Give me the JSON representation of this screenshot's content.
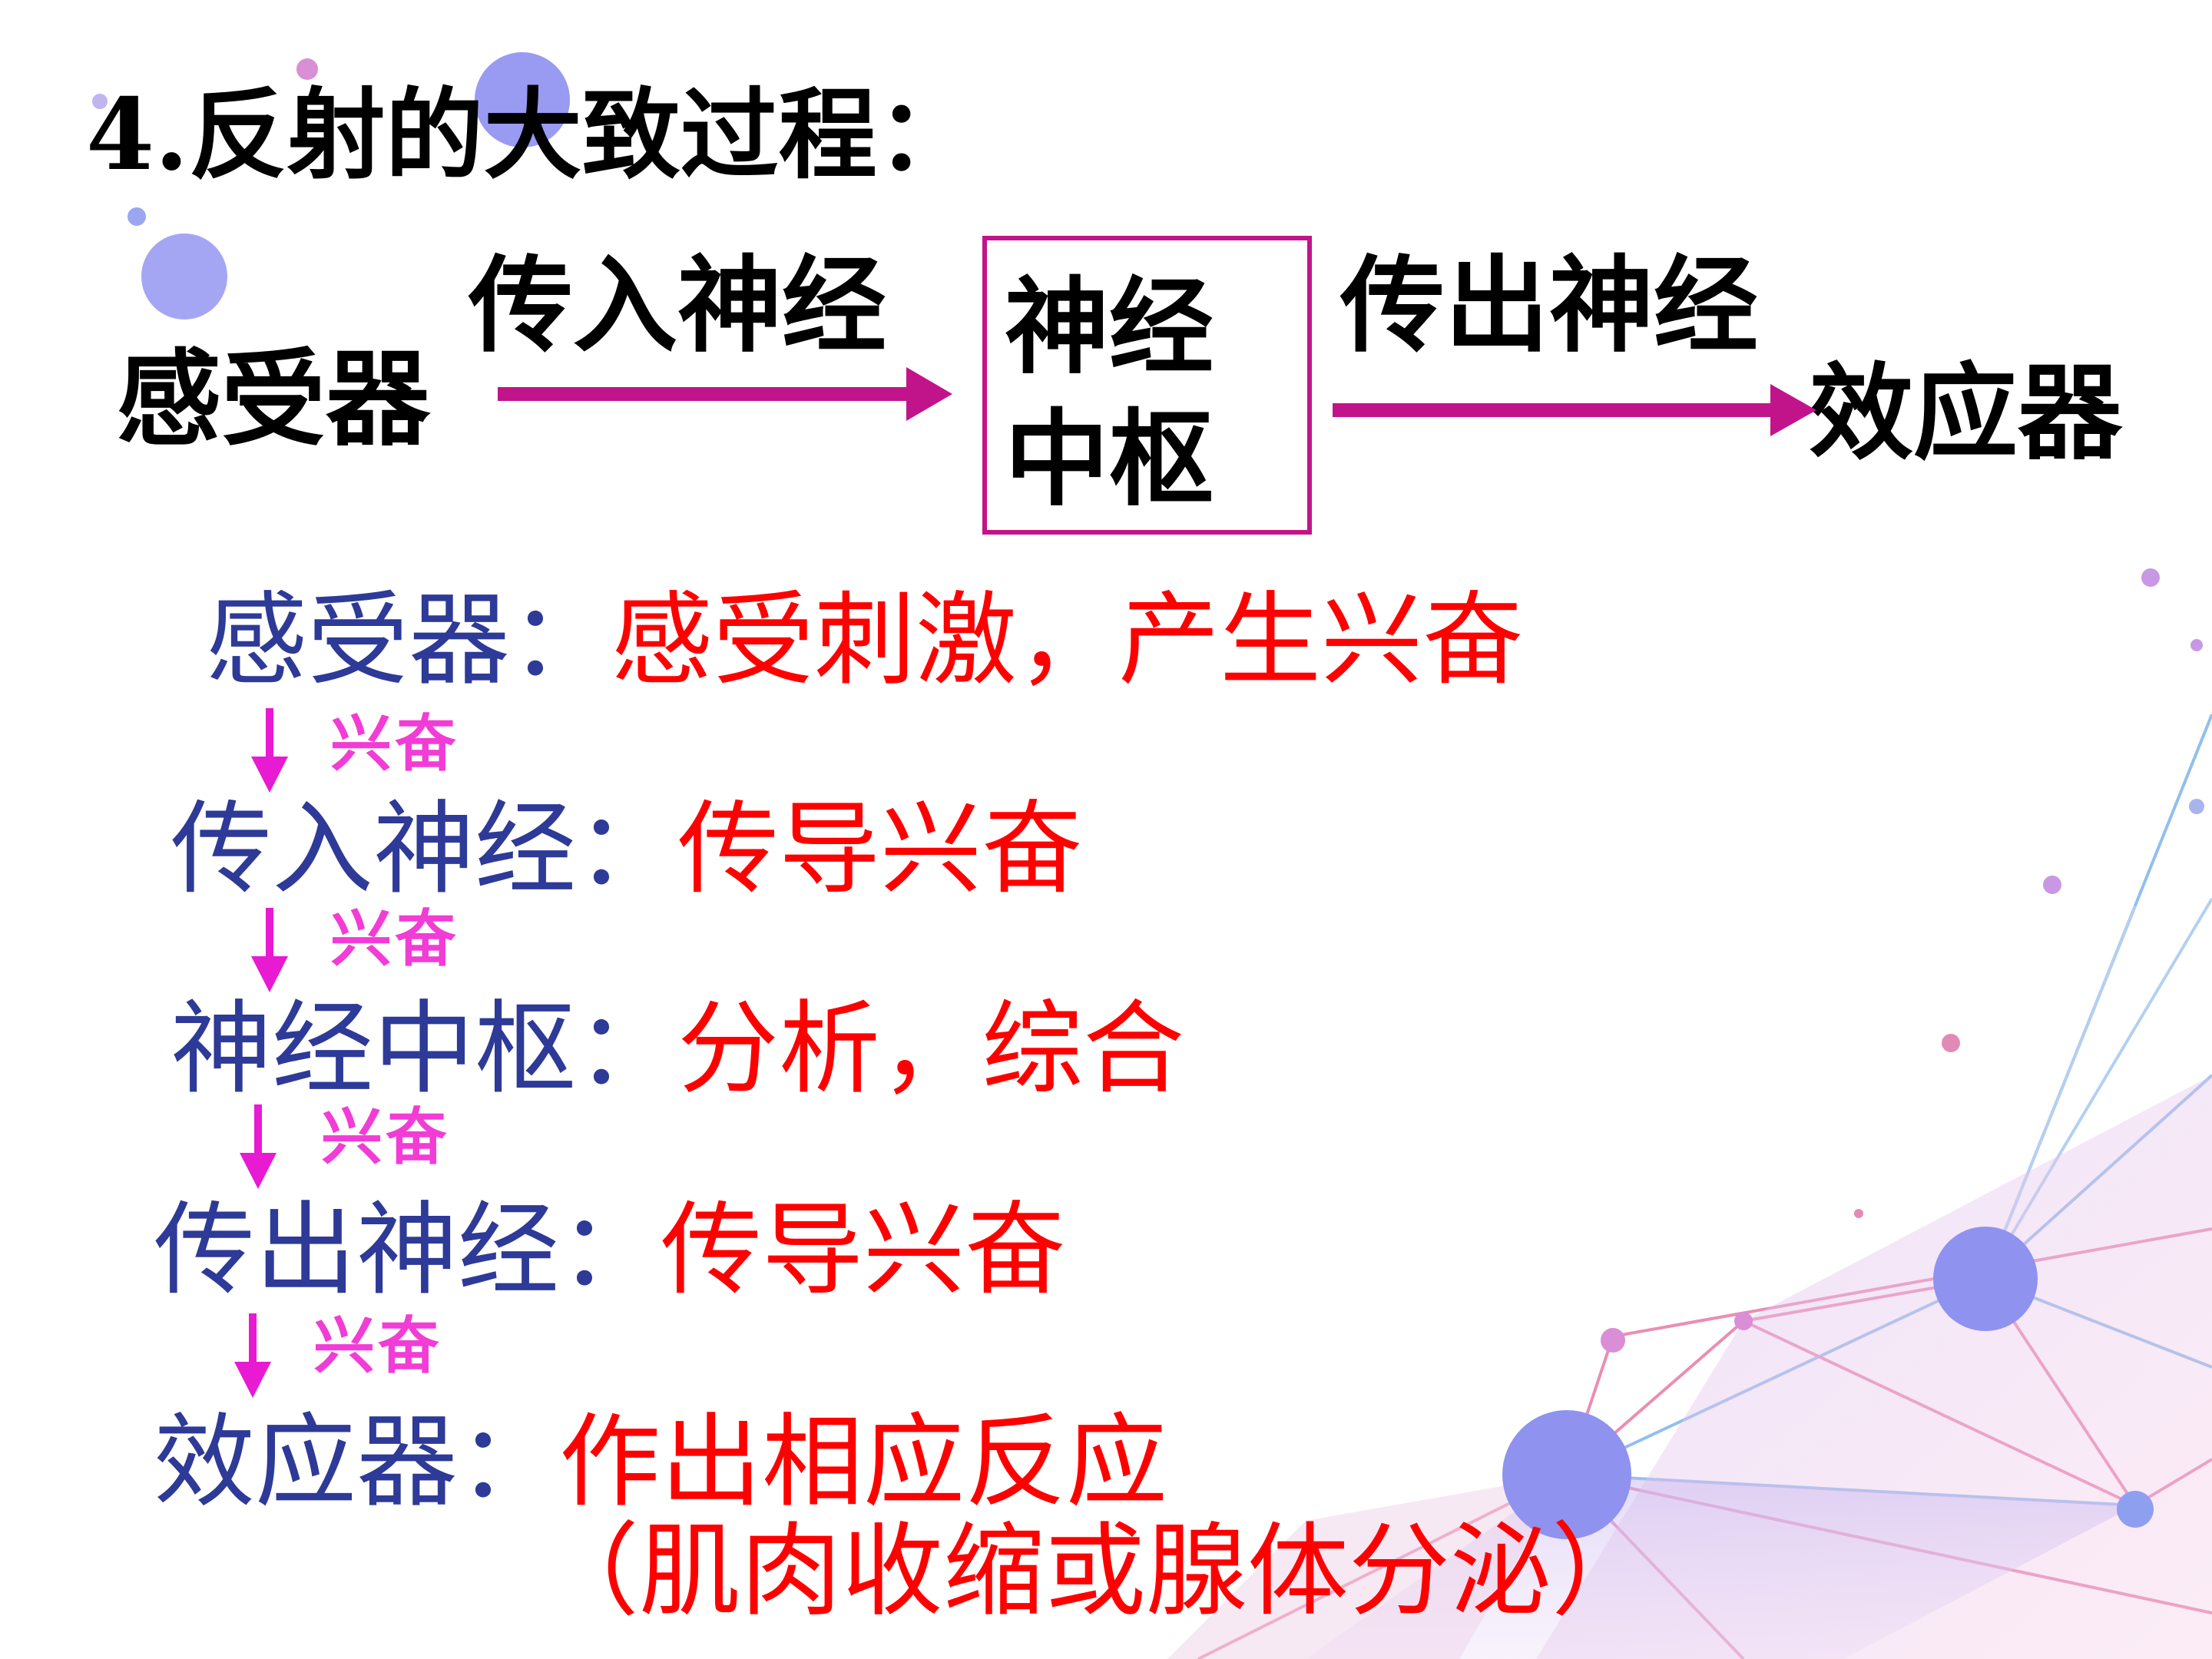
{
  "title": "4.反射的大致过程：",
  "top_diagram": {
    "receptor": "感受器",
    "afferent": "传入神经",
    "center_line1": "神经",
    "center_line2": "中枢",
    "efferent": "传出神经",
    "effector": "效应器",
    "arrow_color": "#c2148a"
  },
  "steps": [
    {
      "term": "感受器",
      "colon": "：",
      "desc": "感受刺激，产生兴奋"
    },
    {
      "term": "传入神经",
      "colon": "：",
      "desc": "传导兴奋"
    },
    {
      "term": "神经中枢",
      "colon": "：",
      "desc": "分析，综合"
    },
    {
      "term": "传出神经",
      "colon": "：",
      "desc": "传导兴奋"
    },
    {
      "term": "效应器",
      "colon": "：",
      "desc": "作出相应反应"
    }
  ],
  "excitation_label": "兴奋",
  "effector_note": "（肌肉收缩或腺体分泌）",
  "colors": {
    "term": "#2e3a97",
    "desc": "#ff0000",
    "down_arrow": "#e81ad2",
    "excitation": "#f23cd6"
  }
}
